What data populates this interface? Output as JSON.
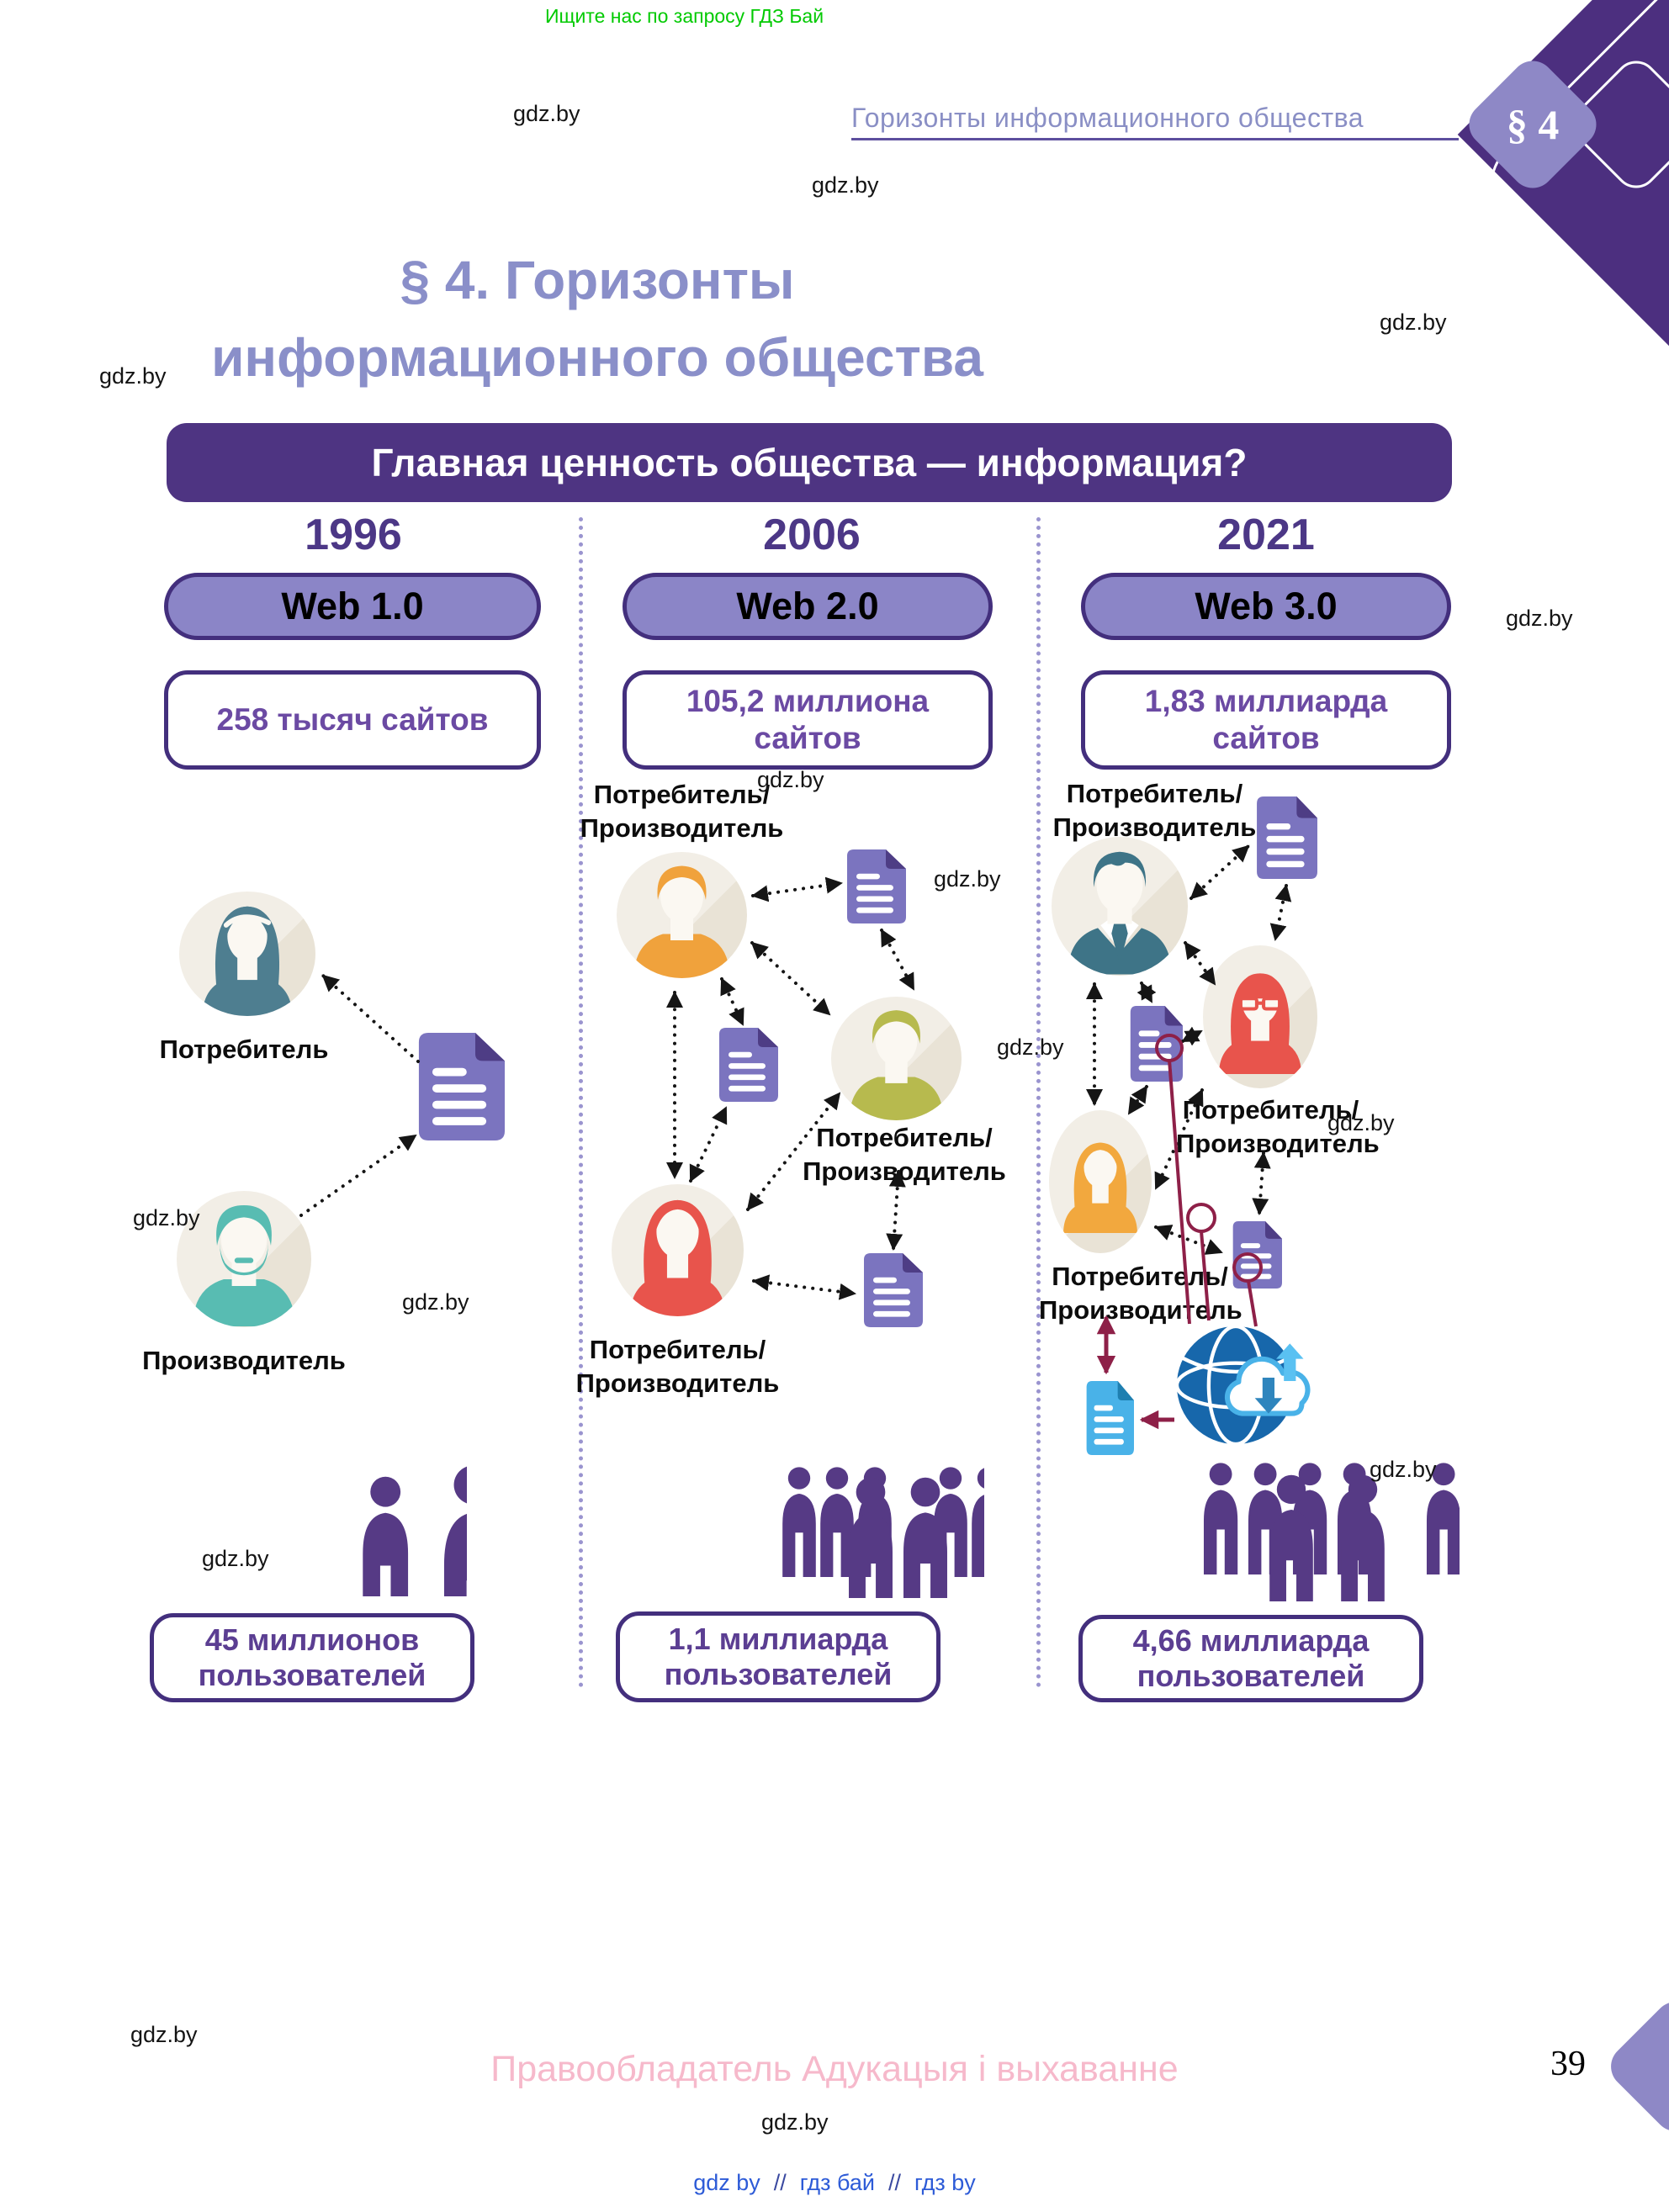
{
  "header": {
    "promo": "Ищите нас по запросу ГДЗ Бай",
    "running_title": "Горизонты информационного общества",
    "badge": "§ 4"
  },
  "watermarks": {
    "site": "gdz.by"
  },
  "title": {
    "line1": "§ 4. Горизонты",
    "line2": "информационного общества"
  },
  "banner": {
    "text": "Главная ценность общества — информация?"
  },
  "roles": {
    "consumer": "Потребитель",
    "producer": "Производитель",
    "prosumer_line1": "Потребитель/",
    "prosumer_line2": "Производитель"
  },
  "columns": [
    {
      "year": "1996",
      "web": "Web 1.0",
      "sites": "258 тысяч сайтов",
      "users": "45 миллионов пользователей"
    },
    {
      "year": "2006",
      "web": "Web 2.0",
      "sites": "105,2 миллиона сайтов",
      "users": "1,1 миллиарда пользователей"
    },
    {
      "year": "2021",
      "web": "Web 3.0",
      "sites": "1,83 миллиарда сайтов",
      "users": "4,66 миллиарда пользователей"
    }
  ],
  "footer": {
    "rights": "Правообладатель Адукацыя і выхаванне",
    "page_number": "39",
    "links": [
      {
        "label": "gdz by"
      },
      {
        "label": "гдз бай"
      },
      {
        "label": "гдз by"
      }
    ],
    "link_separator": "//"
  },
  "colors": {
    "accent_dark_purple": "#4e3482",
    "pill_purple": "#8b85c7",
    "text_purple": "#6b4aa3",
    "promo_green": "#02ca02",
    "maroon_arrow": "#8e2048",
    "doc_purple": "#7b74bf",
    "doc_blue": "#49b2e8",
    "crowd_purple": "#563a85",
    "footer_pink": "#f6b9cb",
    "link_blue": "#2d5bd7"
  }
}
